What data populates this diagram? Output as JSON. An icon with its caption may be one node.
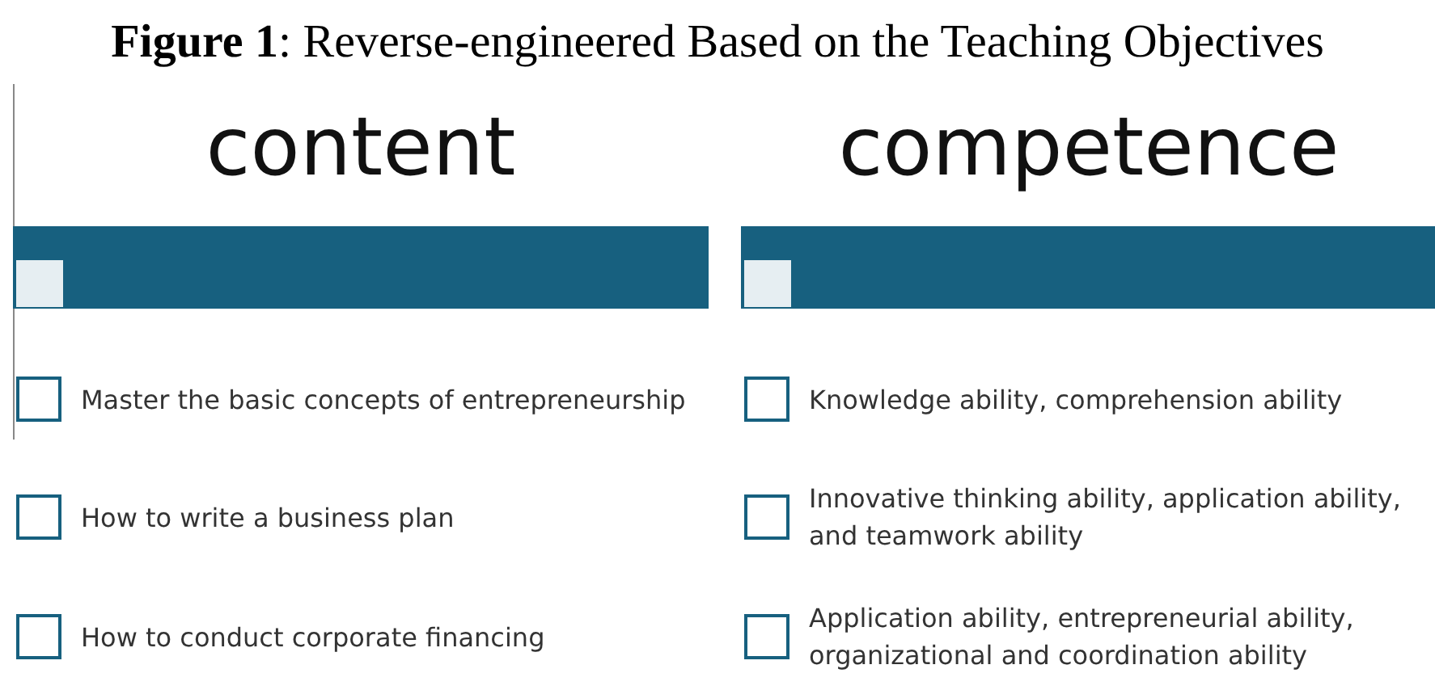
{
  "diagram": {
    "title": "**Figure 1**: Reverse-engineered Based on the Teaching Objectives",
    "labels": [
      "content",
      "competence",
      "Master the basic concepts of entrepreneurship",
      "Knowledge ability, comprehension ability",
      "How to write a business plan",
      "Innovative thinking ability, application ability, and teamwork ability",
      "How to conduct corporate financing",
      "Application ability, entrepreneurial ability, organizational and coordination ability"
    ]
  }
}
